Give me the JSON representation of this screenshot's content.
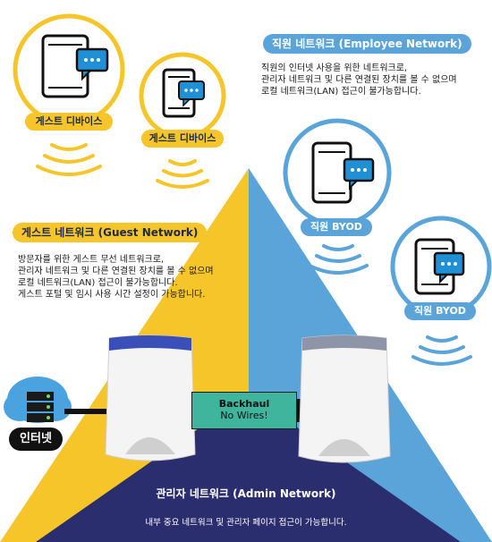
{
  "guest_devices": {
    "label_1": "게스트 디바이스",
    "label_2": "게스트 디바이스"
  },
  "employee_network": {
    "heading": "직원 네트워크 (Employee Network)",
    "lines": [
      "직원의 인터넷 사용을 위한 네트워크로,",
      "관리자 네트워크 및 다른 연결된 장치를 볼 수 없으며",
      "로컬 네트워크(LAN) 접근이 불가능합니다."
    ],
    "byod_label_1": "직원 BYOD",
    "byod_label_2": "직원 BYOD"
  },
  "guest_network": {
    "heading": "게스트 네트워크 (Guest Network)",
    "lines": [
      "방문자를 위한 게스트 무선 네트워크로,",
      "관리자 네트워크 및 다른 연결된 장치를 볼 수 없으며",
      "로컬 네트워크(LAN) 접근이 불가능합니다.",
      "게스트 포털 및 임시 사용 시간 설정이 가능합니다."
    ]
  },
  "backhaul": {
    "line1": "Backhaul",
    "line2": "No Wires!"
  },
  "internet_label": "인터넷",
  "admin_network": {
    "title": "관리자 네트워크 (Admin Network)",
    "description": "내부 중요 네트워크 및 관리자 페이지 접근이 가능합니다."
  },
  "colors": {
    "yellow": "#f5c52a",
    "blue": "#5aa4d9",
    "navy": "#2a2e6e",
    "teal": "#3fb59d",
    "cloud": "#4aa3df"
  }
}
